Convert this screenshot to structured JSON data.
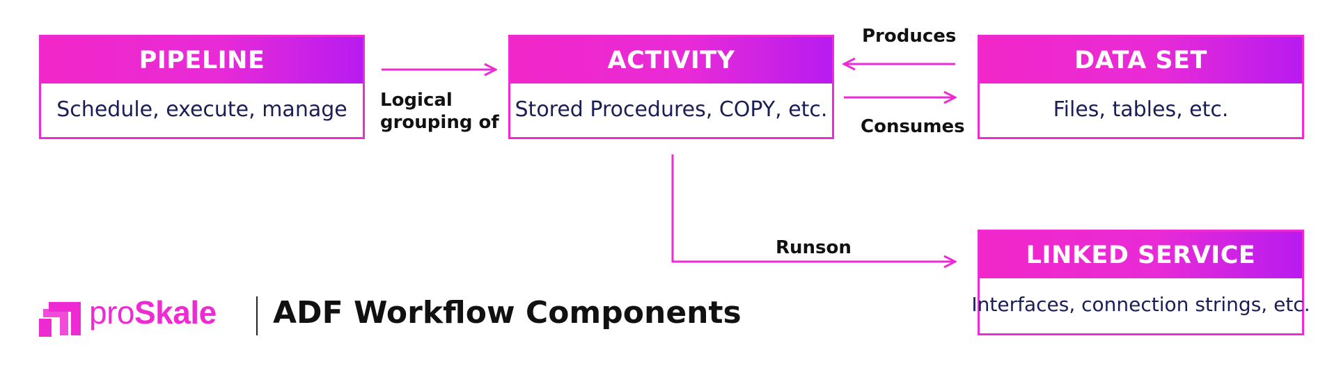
{
  "nodes": {
    "pipeline": {
      "title": "PIPELINE",
      "description": "Schedule, execute, manage"
    },
    "activity": {
      "title": "ACTIVITY",
      "description": "Stored Procedures, COPY, etc."
    },
    "dataset": {
      "title": "DATA SET",
      "description": "Files, tables, etc."
    },
    "linked_service": {
      "title": "LINKED SERVICE",
      "description": "Interfaces, connection strings, etc."
    }
  },
  "edges": {
    "logical_grouping": {
      "label_line1": "Logical",
      "label_line2": "grouping of"
    },
    "produces": {
      "label": "Produces"
    },
    "consumes": {
      "label": "Consumes"
    },
    "runson": {
      "label": "Runson"
    }
  },
  "footer": {
    "brand_pro": "pro",
    "brand_skale": "Skale",
    "title": "ADF Workflow Components"
  },
  "colors": {
    "accent": "#ee2bd3",
    "header_gradient_start": "#f227c9",
    "header_gradient_end": "#b81bf0",
    "body_text": "#1b1e55"
  }
}
